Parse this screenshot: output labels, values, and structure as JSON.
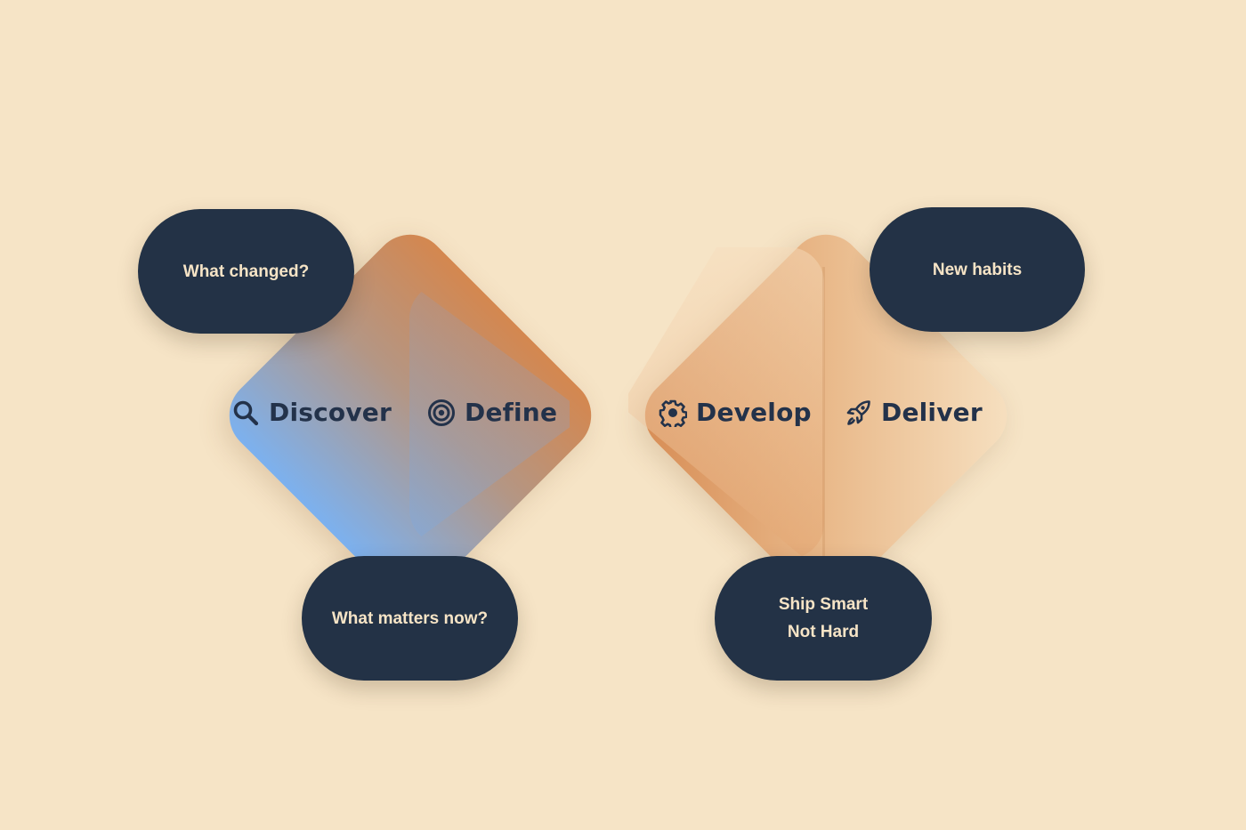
{
  "phases": {
    "discover": {
      "label": "Discover",
      "icon": "search-icon"
    },
    "define": {
      "label": "Define",
      "icon": "target-icon"
    },
    "develop": {
      "label": "Develop",
      "icon": "gear-icon"
    },
    "deliver": {
      "label": "Deliver",
      "icon": "rocket-icon"
    }
  },
  "pills": {
    "what_changed": "What changed?",
    "what_matters_now": "What matters now?",
    "new_habits": "New habits",
    "ship_smart_line1": "Ship Smart",
    "ship_smart_line2": "Not Hard"
  },
  "colors": {
    "background": "#f6e4c6",
    "pill": "#233246",
    "text_dark": "#23324a",
    "orange": "#d4874f",
    "blue": "#7cb1ef"
  }
}
